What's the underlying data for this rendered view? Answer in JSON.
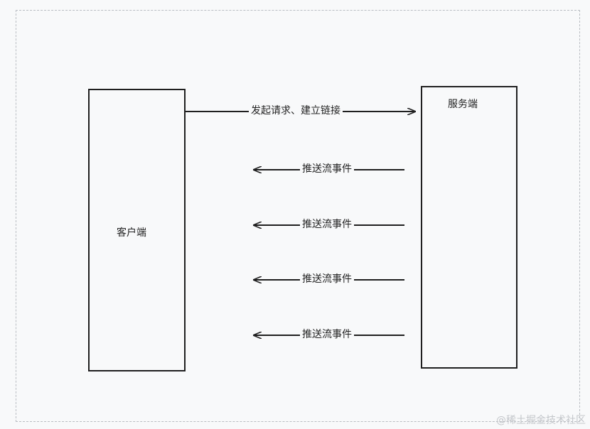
{
  "diagram": {
    "client_label": "客户端",
    "server_label": "服务端",
    "request_label": "发起请求、建立链接",
    "events": [
      {
        "label": "推送流事件"
      },
      {
        "label": "推送流事件"
      },
      {
        "label": "推送流事件"
      },
      {
        "label": "推送流事件"
      }
    ]
  },
  "watermark": "@稀土掘金技术社区"
}
